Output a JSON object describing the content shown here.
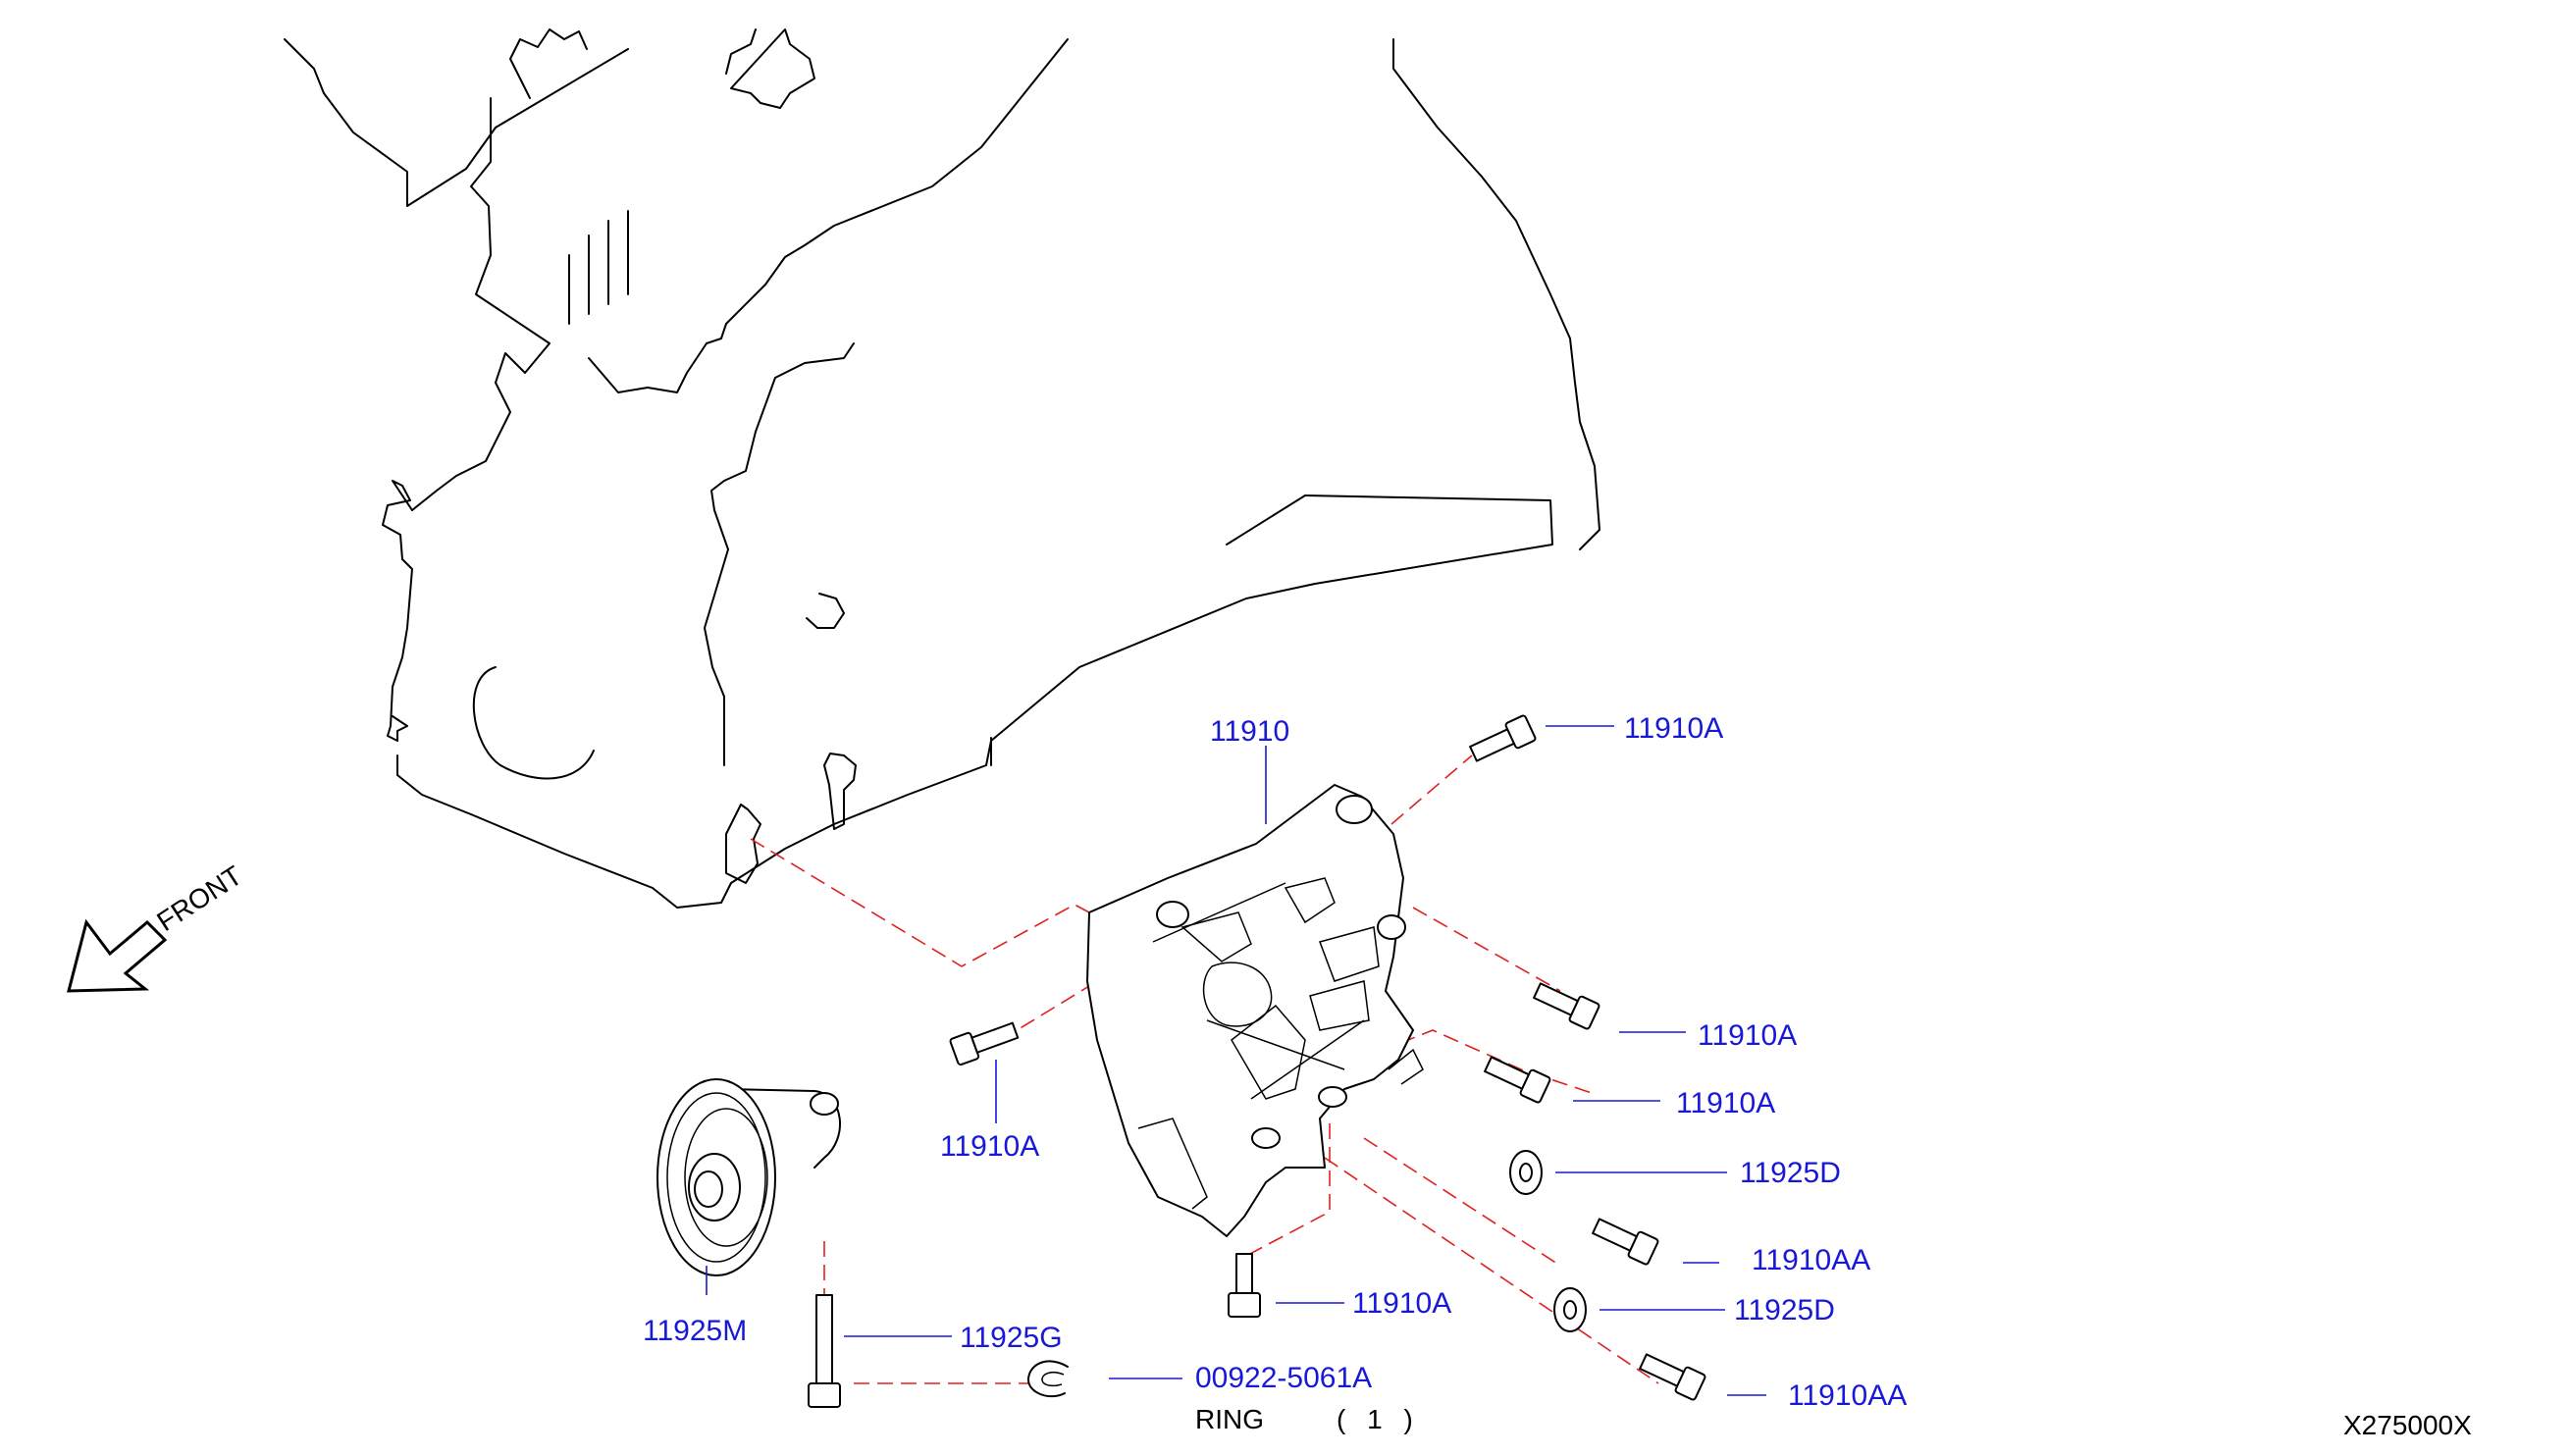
{
  "diagram": {
    "front_label": "FRONT",
    "diagram_code": "X275000X",
    "callouts": {
      "bracket": "11910",
      "bolt_top": "11910A",
      "bolt_right_1": "11910A",
      "bolt_right_2": "11910A",
      "bolt_left": "11910A",
      "bolt_bottom": "11910A",
      "washer_1": "11925D",
      "washer_2": "11925D",
      "bolt_aa_1": "11910AA",
      "bolt_aa_2": "11910AA",
      "idler_pulley": "11925M",
      "pulley_bolt": "11925G",
      "ring_part": "00922-5061A",
      "ring_name": "RING",
      "ring_qty": "( 1 )"
    }
  }
}
